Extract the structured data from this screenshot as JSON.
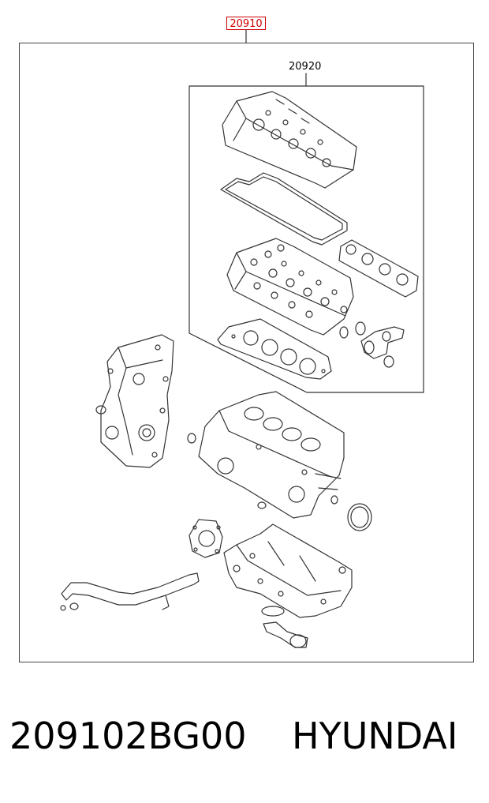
{
  "diagram": {
    "callouts": {
      "assembly": "20910",
      "subassembly": "20920"
    }
  },
  "footer": {
    "part_number": "209102BG00",
    "brand": "HYUNDAI"
  },
  "colors": {
    "callout_border": "#d00000",
    "line": "#333333"
  }
}
